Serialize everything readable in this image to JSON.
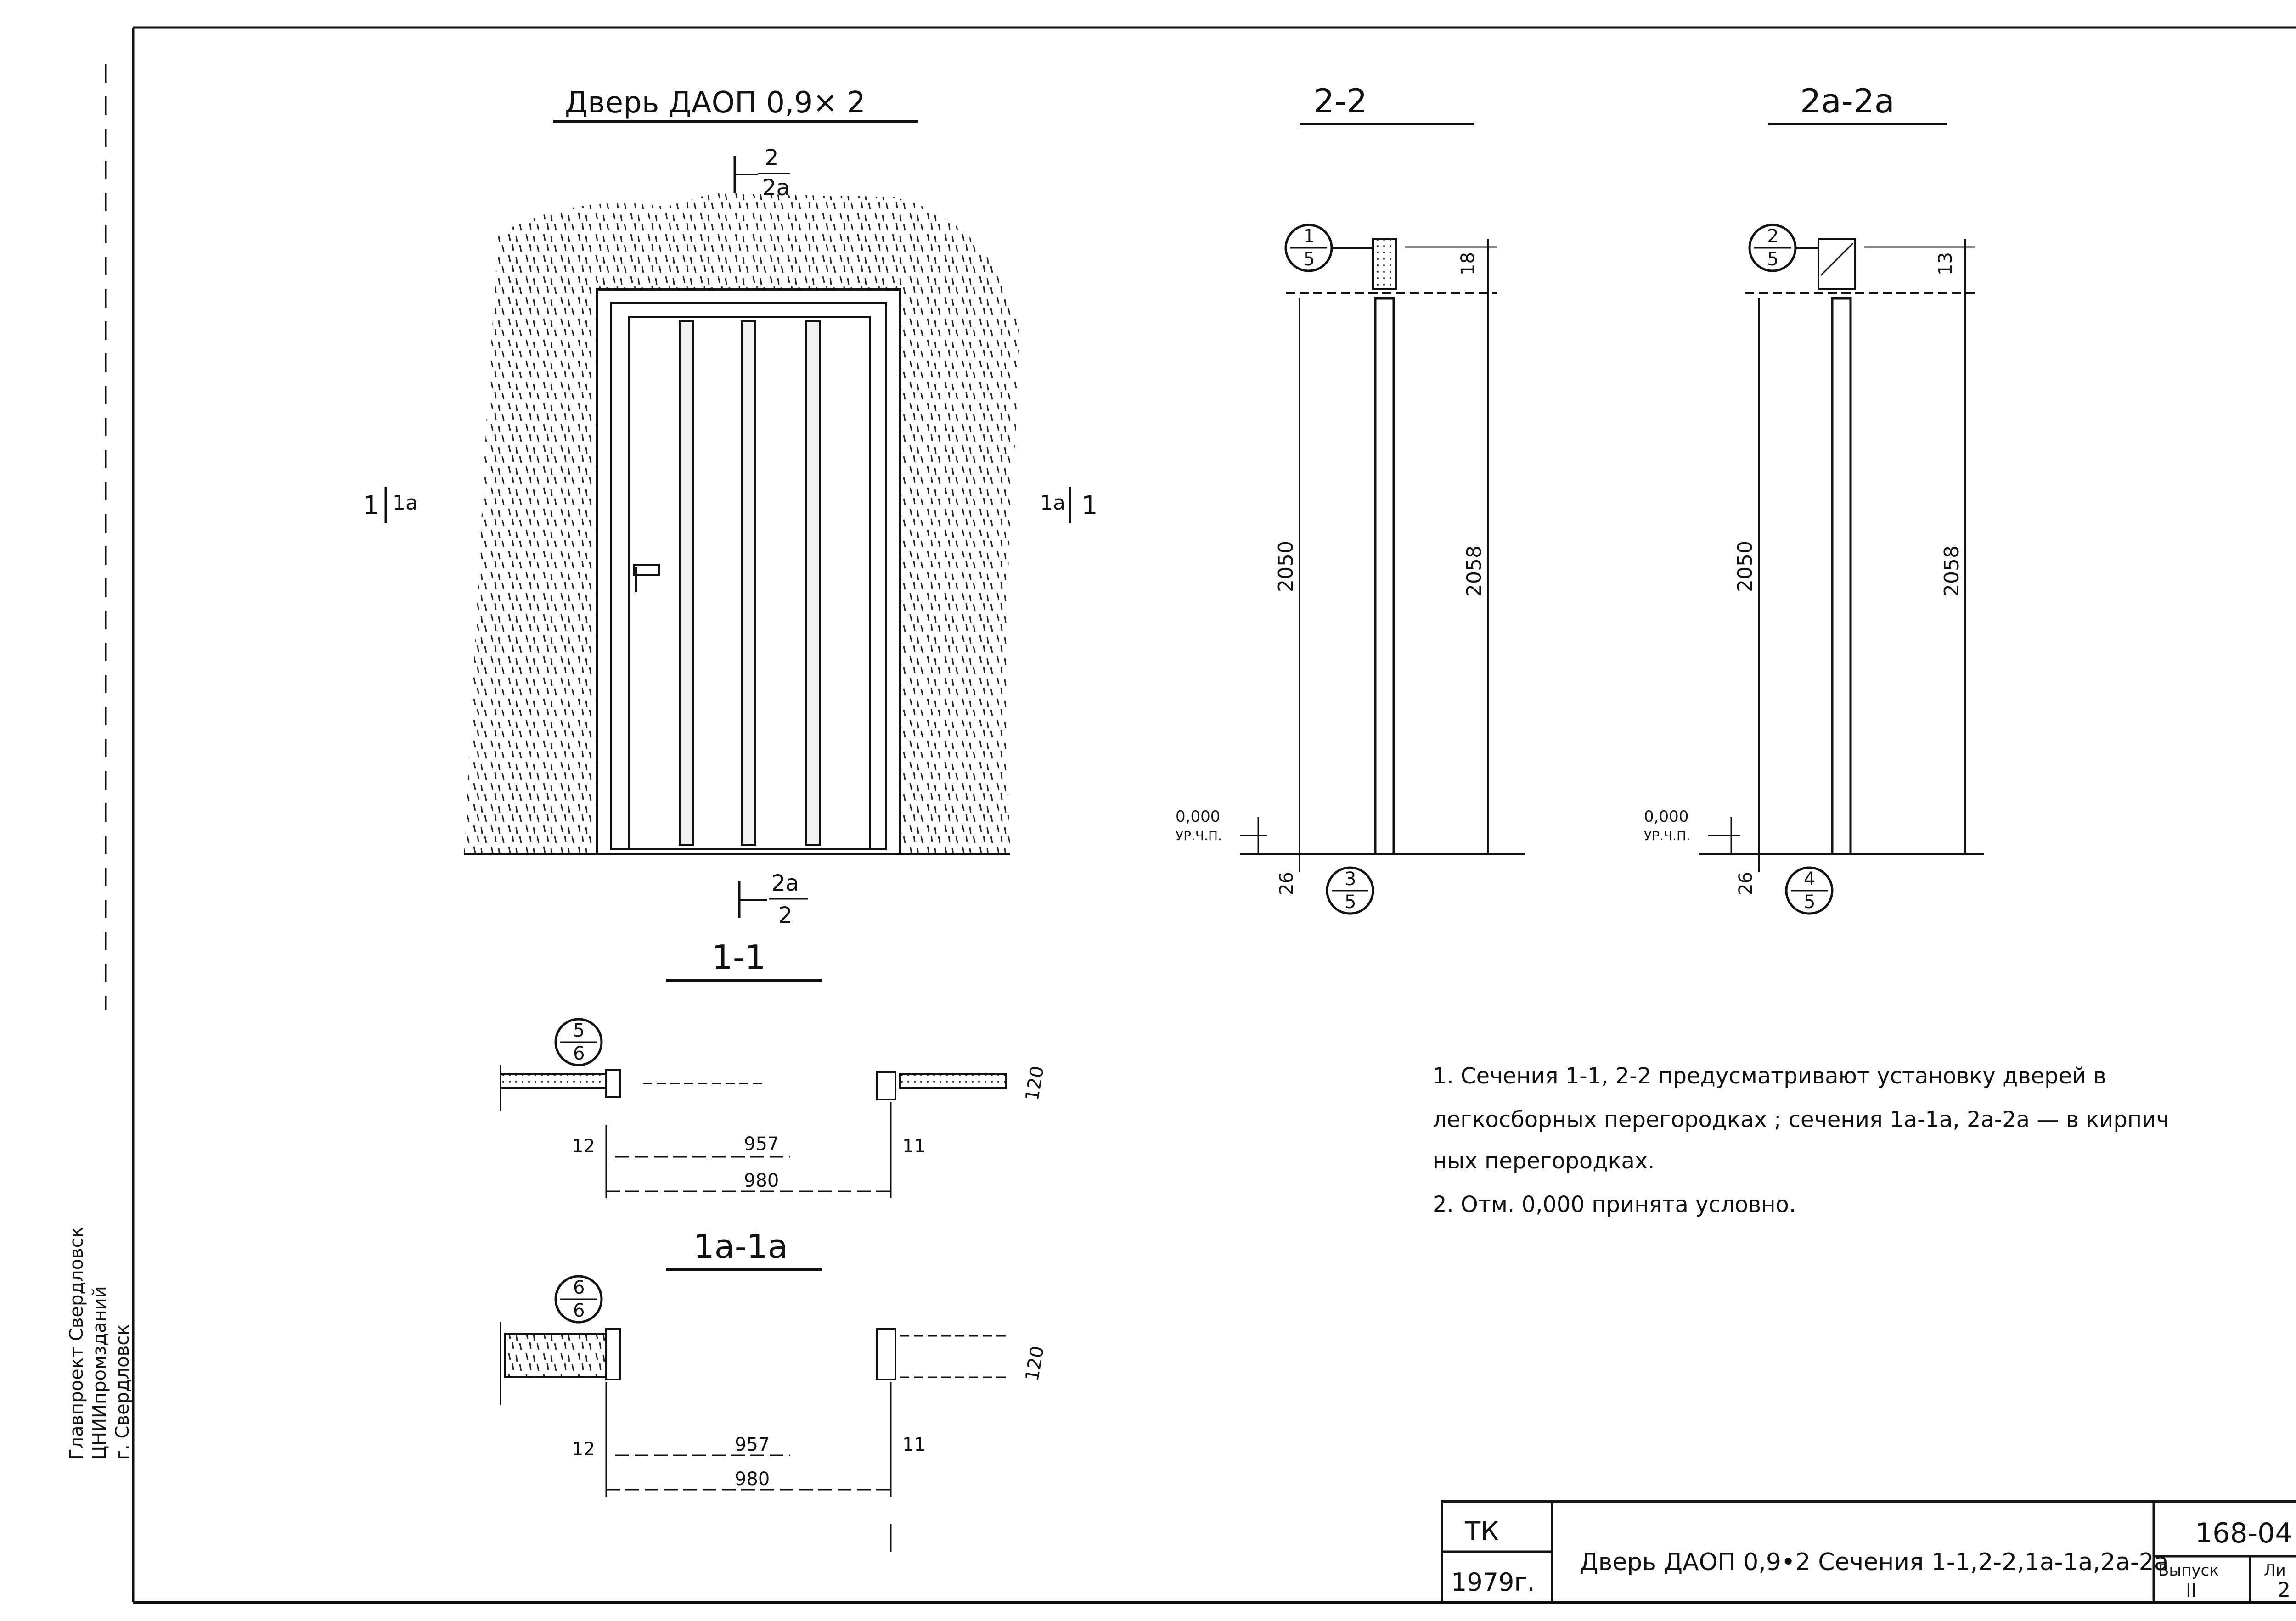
{
  "titles": {
    "elevation": "Дверь ДАОП 0,9× 2",
    "sec22": "2-2",
    "sec2a2a": "2а-2а",
    "sec11": "1-1",
    "sec1a1a": "1а-1а"
  },
  "cut_marks": {
    "top_num": "2",
    "top_den": "2а",
    "bottom_num": "2а",
    "bottom_den": "2",
    "left_a": "1",
    "left_b": "1а",
    "right_a": "1а",
    "right_b": "1"
  },
  "callouts": {
    "c1": {
      "top": "1",
      "bottom": "5"
    },
    "c2": {
      "top": "2",
      "bottom": "5"
    },
    "c3": {
      "top": "3",
      "bottom": "5"
    },
    "c4": {
      "top": "4",
      "bottom": "5"
    },
    "c5": {
      "top": "5",
      "bottom": "6"
    },
    "c6": {
      "top": "6",
      "bottom": "6"
    }
  },
  "dims": {
    "h2050": "2050",
    "h2058": "2058",
    "d18": "18",
    "d13": "13",
    "d26": "26",
    "w957": "957",
    "w980": "980",
    "d12": "12",
    "d11": "11",
    "d120": "120"
  },
  "level": {
    "value": "0,000",
    "label": "УР.Ч.П."
  },
  "notes": [
    "1. Сечения 1-1, 2-2 предусматривают установку дверей в",
    "легкосборных перегородках ; сечения 1а-1а, 2а-2а — в кирпич",
    "ных перегородках.",
    "2. Отм. 0,000 принята условно."
  ],
  "stamp": {
    "org": "ТК",
    "year": "1979г.",
    "title": "Дверь ДАОП 0,9•2   Сечения 1-1,2-2,1а-1а,2а-2а",
    "code": "168-04",
    "issue_label": "Выпуск",
    "issue": "II",
    "sheet_label": "Ли",
    "sheet": "2"
  },
  "margin": {
    "left_text1": "Главпроект Свердловск",
    "left_text2": "ЦНИИпромзданий",
    "left_text3": "г. Свердловск"
  }
}
